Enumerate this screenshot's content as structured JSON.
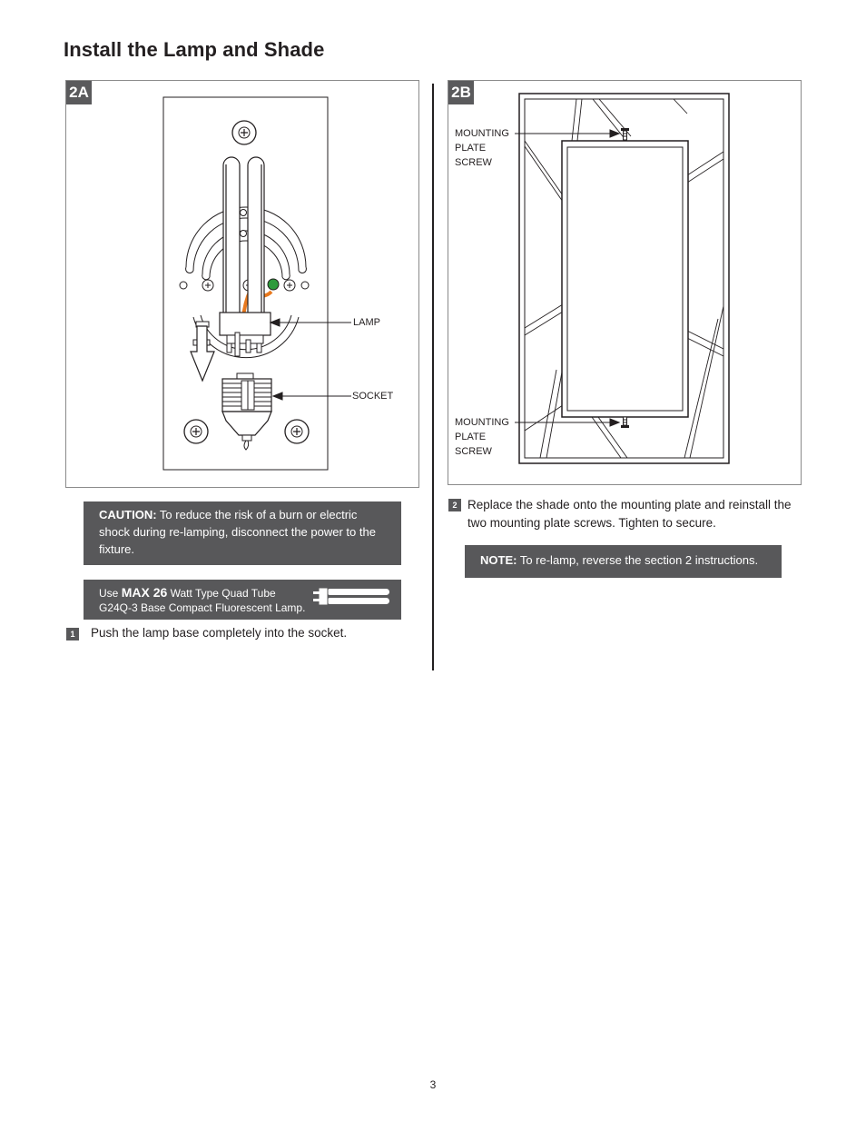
{
  "page": {
    "title": "Install the Lamp and Shade",
    "page_number": "3"
  },
  "panel_2a": {
    "tag": "2A",
    "callouts": {
      "lamp": "LAMP",
      "socket": "SOCKET"
    }
  },
  "panel_2b": {
    "tag": "2B",
    "callouts": {
      "top_screw": [
        "MOUNTING",
        "PLATE",
        "SCREW"
      ],
      "bottom_screw": [
        "MOUNTING",
        "PLATE",
        "SCREW"
      ]
    }
  },
  "caution": {
    "label": "CAUTION:",
    "text": " To reduce the risk of a burn or electric shock during re-lamping, disconnect the power to the fixture."
  },
  "lamp_info": {
    "use": "Use ",
    "max": "MAX 26",
    "line1_rest": " Watt Type Quad Tube",
    "line2": "G24Q-3 Base Compact Fluorescent Lamp."
  },
  "steps": [
    {
      "number": "1",
      "text": "Push the lamp base completely into the socket."
    },
    {
      "number": "2",
      "text": "Replace the shade onto the mounting plate and reinstall the two mounting plate screws. Tighten to secure."
    }
  ],
  "note": {
    "label": "NOTE:",
    "text": " To re-lamp, reverse the section 2 instructions."
  },
  "colors": {
    "box_grey": "#58585a",
    "wire_orange": "#e8791e",
    "wire_green": "#2e9a3c"
  },
  "icons": [
    "screw-icon",
    "down-arrow-icon",
    "quad-tube-lamp-icon"
  ]
}
